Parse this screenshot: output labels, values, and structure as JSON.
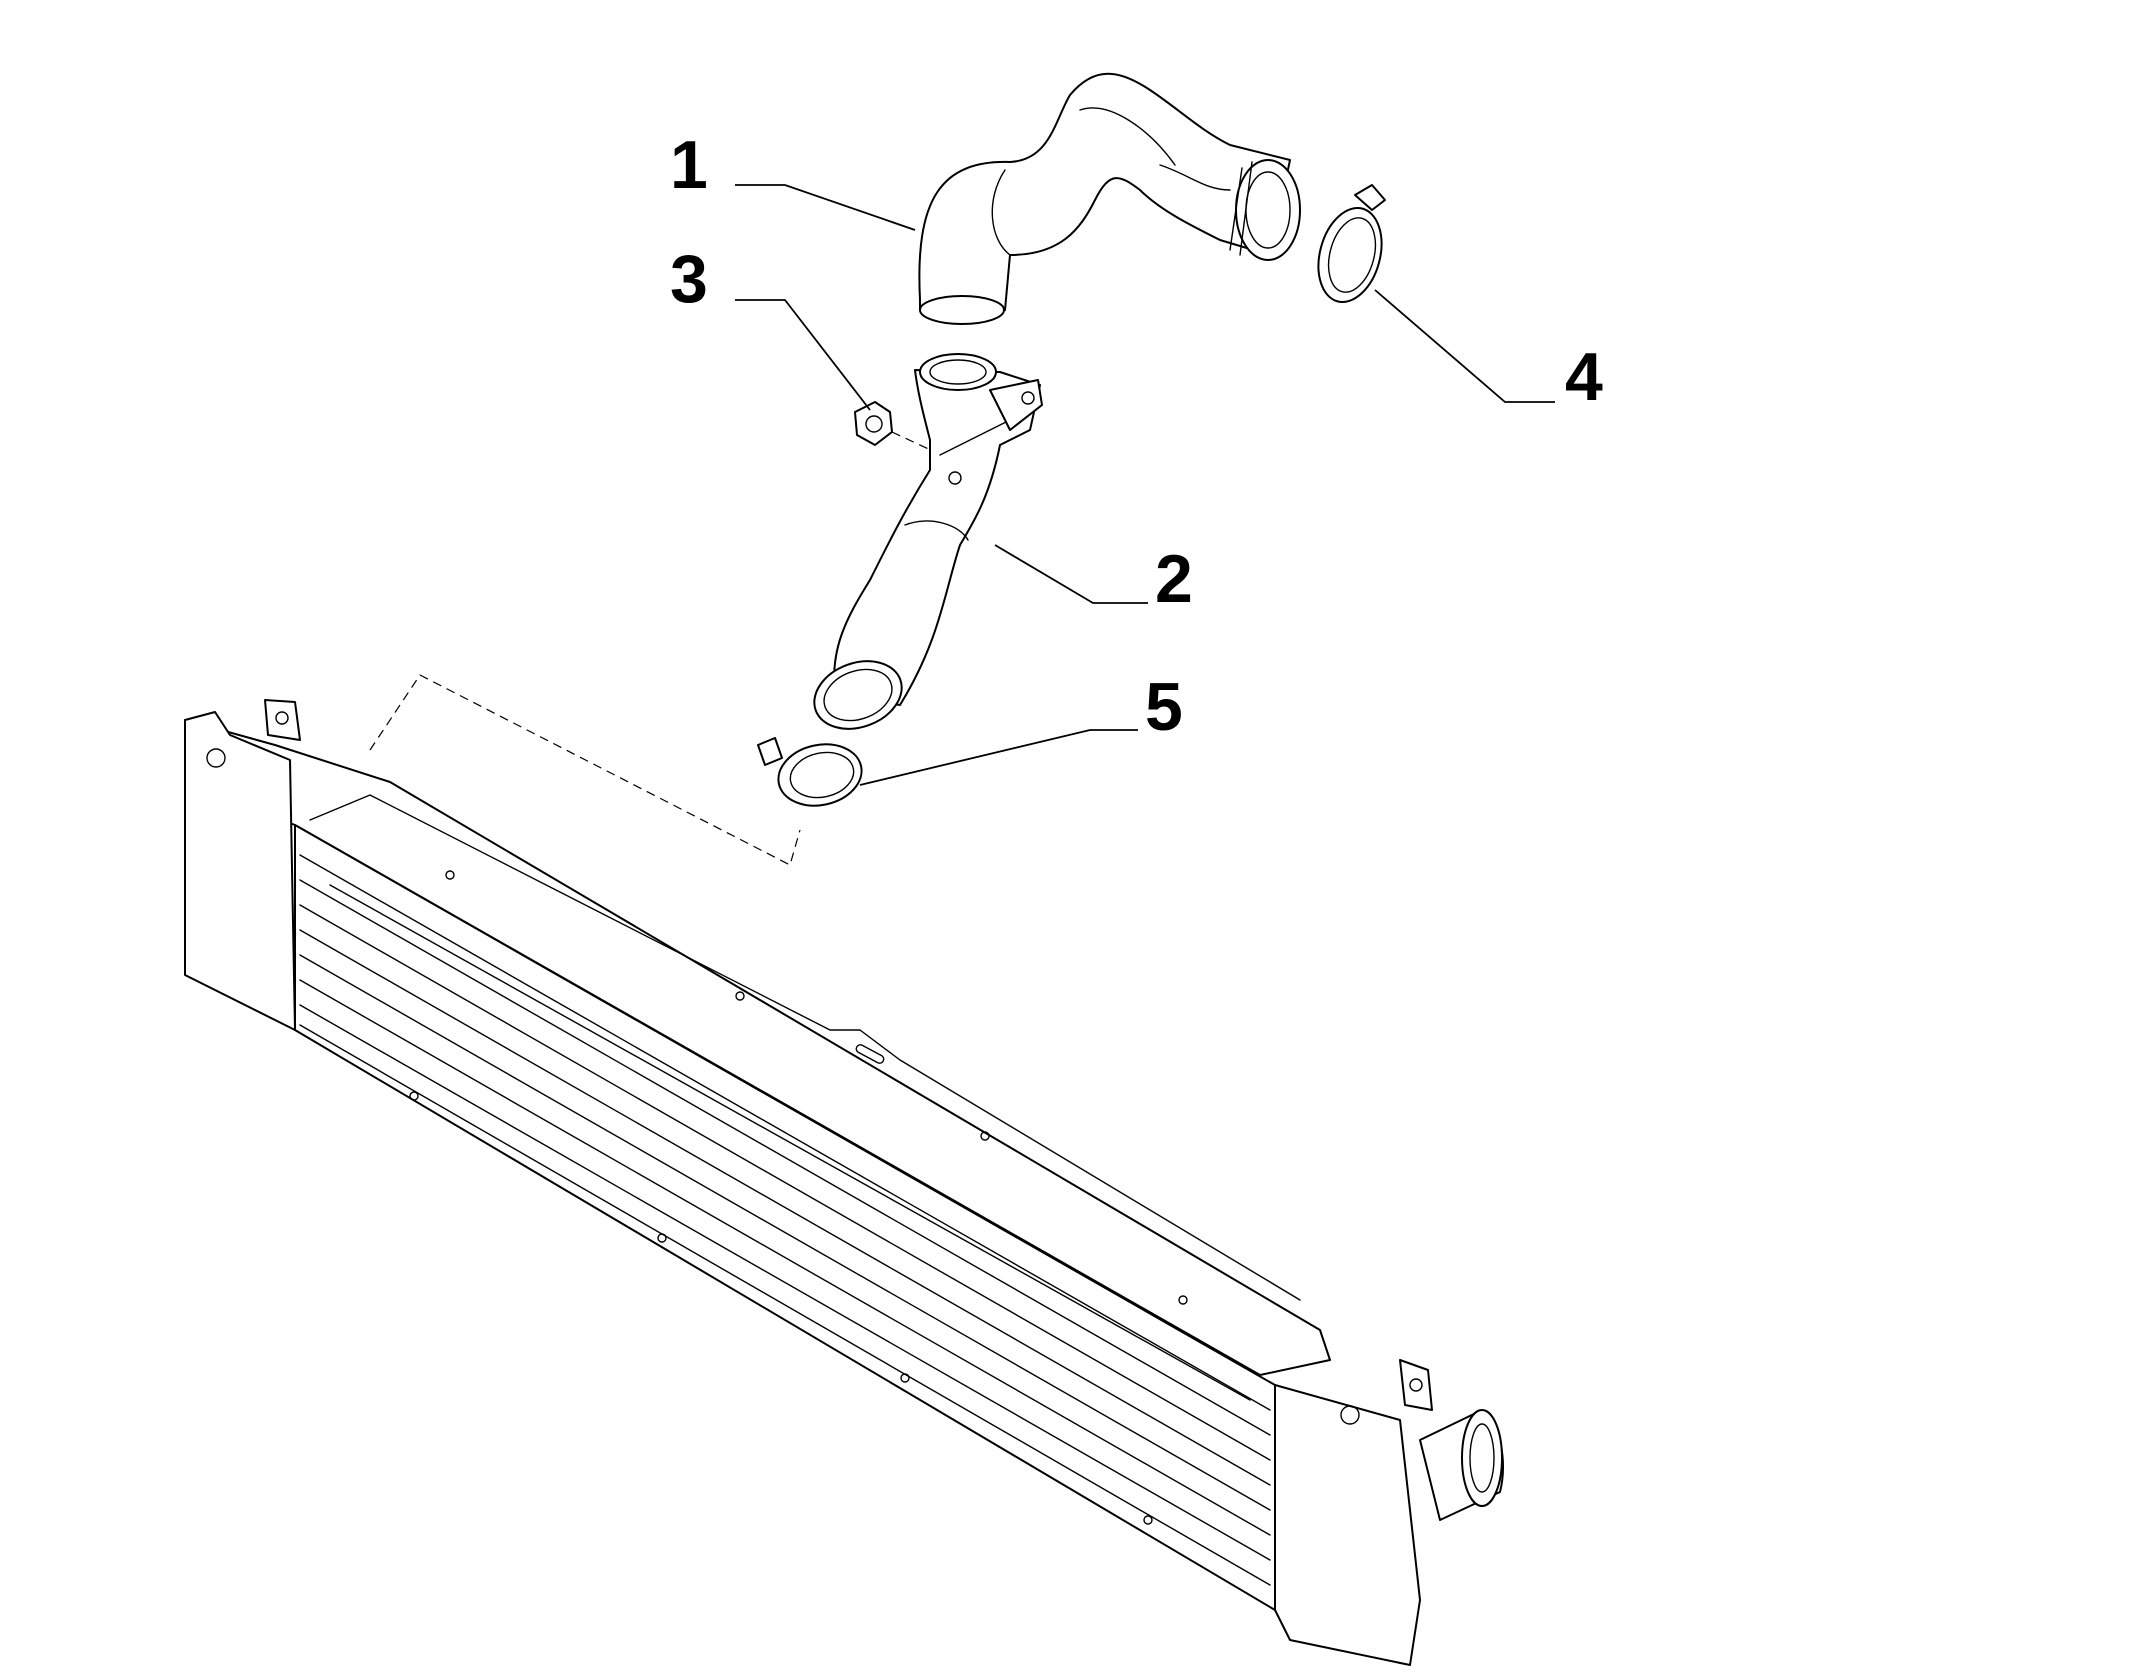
{
  "diagram": {
    "colors": {
      "line": "#000000",
      "background": "#ffffff"
    },
    "callouts": [
      {
        "id": "1",
        "label": "1"
      },
      {
        "id": "2",
        "label": "2"
      },
      {
        "id": "3",
        "label": "3"
      },
      {
        "id": "4",
        "label": "4"
      },
      {
        "id": "5",
        "label": "5"
      }
    ]
  }
}
